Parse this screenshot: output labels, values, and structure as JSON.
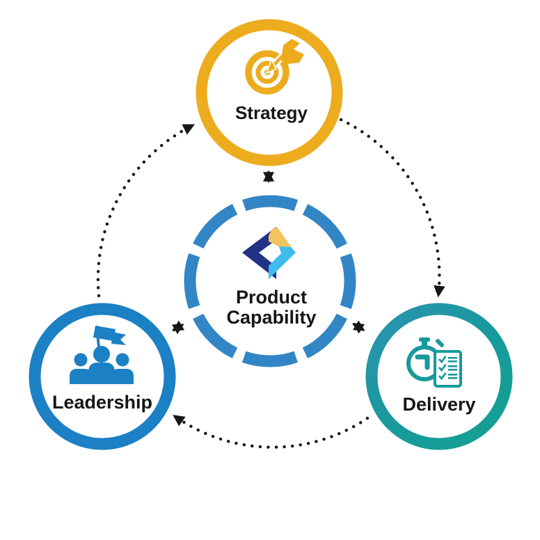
{
  "diagram": {
    "center_node": {
      "line1": "Product",
      "line2": "Capability",
      "ring_color": "#3386C5",
      "ring_segments": 8,
      "logo": {
        "name": "product-capability-logo",
        "navy": "#223287",
        "gold": "#F2C45F",
        "cyan": "#3FBCEE"
      }
    },
    "nodes": {
      "strategy": {
        "label": "Strategy",
        "color": "#EDAB1E",
        "icon": "target-arrow-icon"
      },
      "leadership": {
        "label": "Leadership",
        "color": "#1B80C4",
        "icon": "team-flag-icon"
      },
      "delivery": {
        "label": "Delivery",
        "color": "#179A9B",
        "icon": "stopwatch-checklist-icon"
      }
    },
    "connections": [
      {
        "from": "leadership",
        "to": "strategy",
        "style": "dotted",
        "arrowheads": "single"
      },
      {
        "from": "strategy",
        "to": "delivery",
        "style": "dotted",
        "arrowheads": "single"
      },
      {
        "from": "delivery",
        "to": "leadership",
        "style": "dotted",
        "arrowheads": "single"
      },
      {
        "from": "center",
        "to": "strategy",
        "style": "dotted",
        "arrowheads": "double"
      },
      {
        "from": "center",
        "to": "leadership",
        "style": "dotted",
        "arrowheads": "double"
      },
      {
        "from": "center",
        "to": "delivery",
        "style": "dotted",
        "arrowheads": "double"
      }
    ],
    "arrow_color": "#161616",
    "text_color": "#161616",
    "background": "#ffffff"
  }
}
